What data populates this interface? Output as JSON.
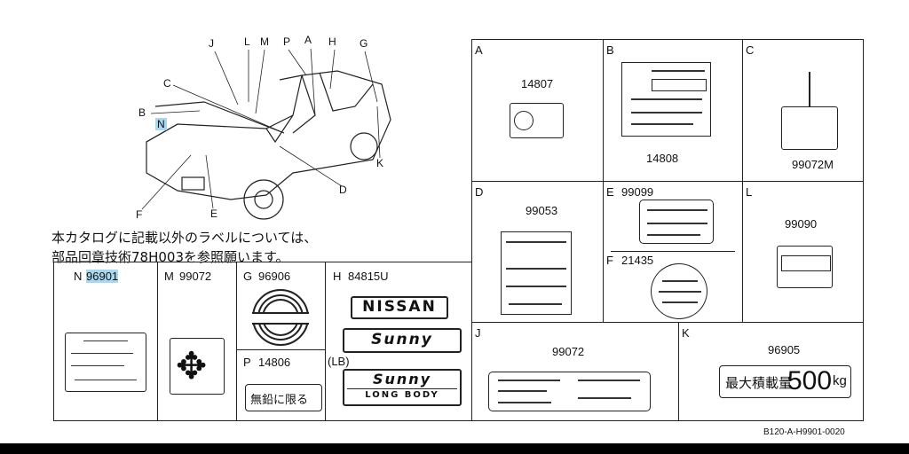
{
  "car_callouts": {
    "J": "J",
    "L": "L",
    "M": "M",
    "P": "P",
    "A": "A",
    "H": "H",
    "G": "G",
    "C": "C",
    "B": "B",
    "N": "N",
    "K": "K",
    "D": "D",
    "F": "F",
    "E": "E"
  },
  "note": {
    "line1": "本カタログに記載以外のラベルについては、",
    "line2": "部品回章技術78H003を参照願います。"
  },
  "cells": {
    "A": {
      "letter": "A",
      "code": "14807"
    },
    "B": {
      "letter": "B",
      "code": "14808"
    },
    "C": {
      "letter": "C",
      "code": "99072M"
    },
    "D": {
      "letter": "D",
      "code": "99053"
    },
    "E": {
      "letter": "E",
      "code": "99099"
    },
    "F": {
      "letter": "F",
      "code": "21435"
    },
    "L": {
      "letter": "L",
      "code": "99090"
    },
    "J": {
      "letter": "J",
      "code": "99072"
    },
    "K": {
      "letter": "K",
      "code": "96905",
      "label_text": "最大積載量",
      "label_value": "500",
      "label_unit": "kg"
    },
    "N": {
      "letter": "N",
      "code": "96901"
    },
    "M": {
      "letter": "M",
      "code": "99072"
    },
    "G": {
      "letter": "G",
      "code": "96906"
    },
    "P": {
      "letter": "P",
      "code": "14806",
      "label_text": "無鉛に限る"
    },
    "H": {
      "letter": "H",
      "code": "84815U",
      "variant": "(LB)",
      "badge1": "NISSAN",
      "badge2": "Sunny",
      "badge3": "Sunny",
      "badge3_sub": "LONG BODY"
    }
  },
  "footer_code": "B120-A-H9901-0020",
  "colors": {
    "highlight": "#a8d8f0"
  }
}
